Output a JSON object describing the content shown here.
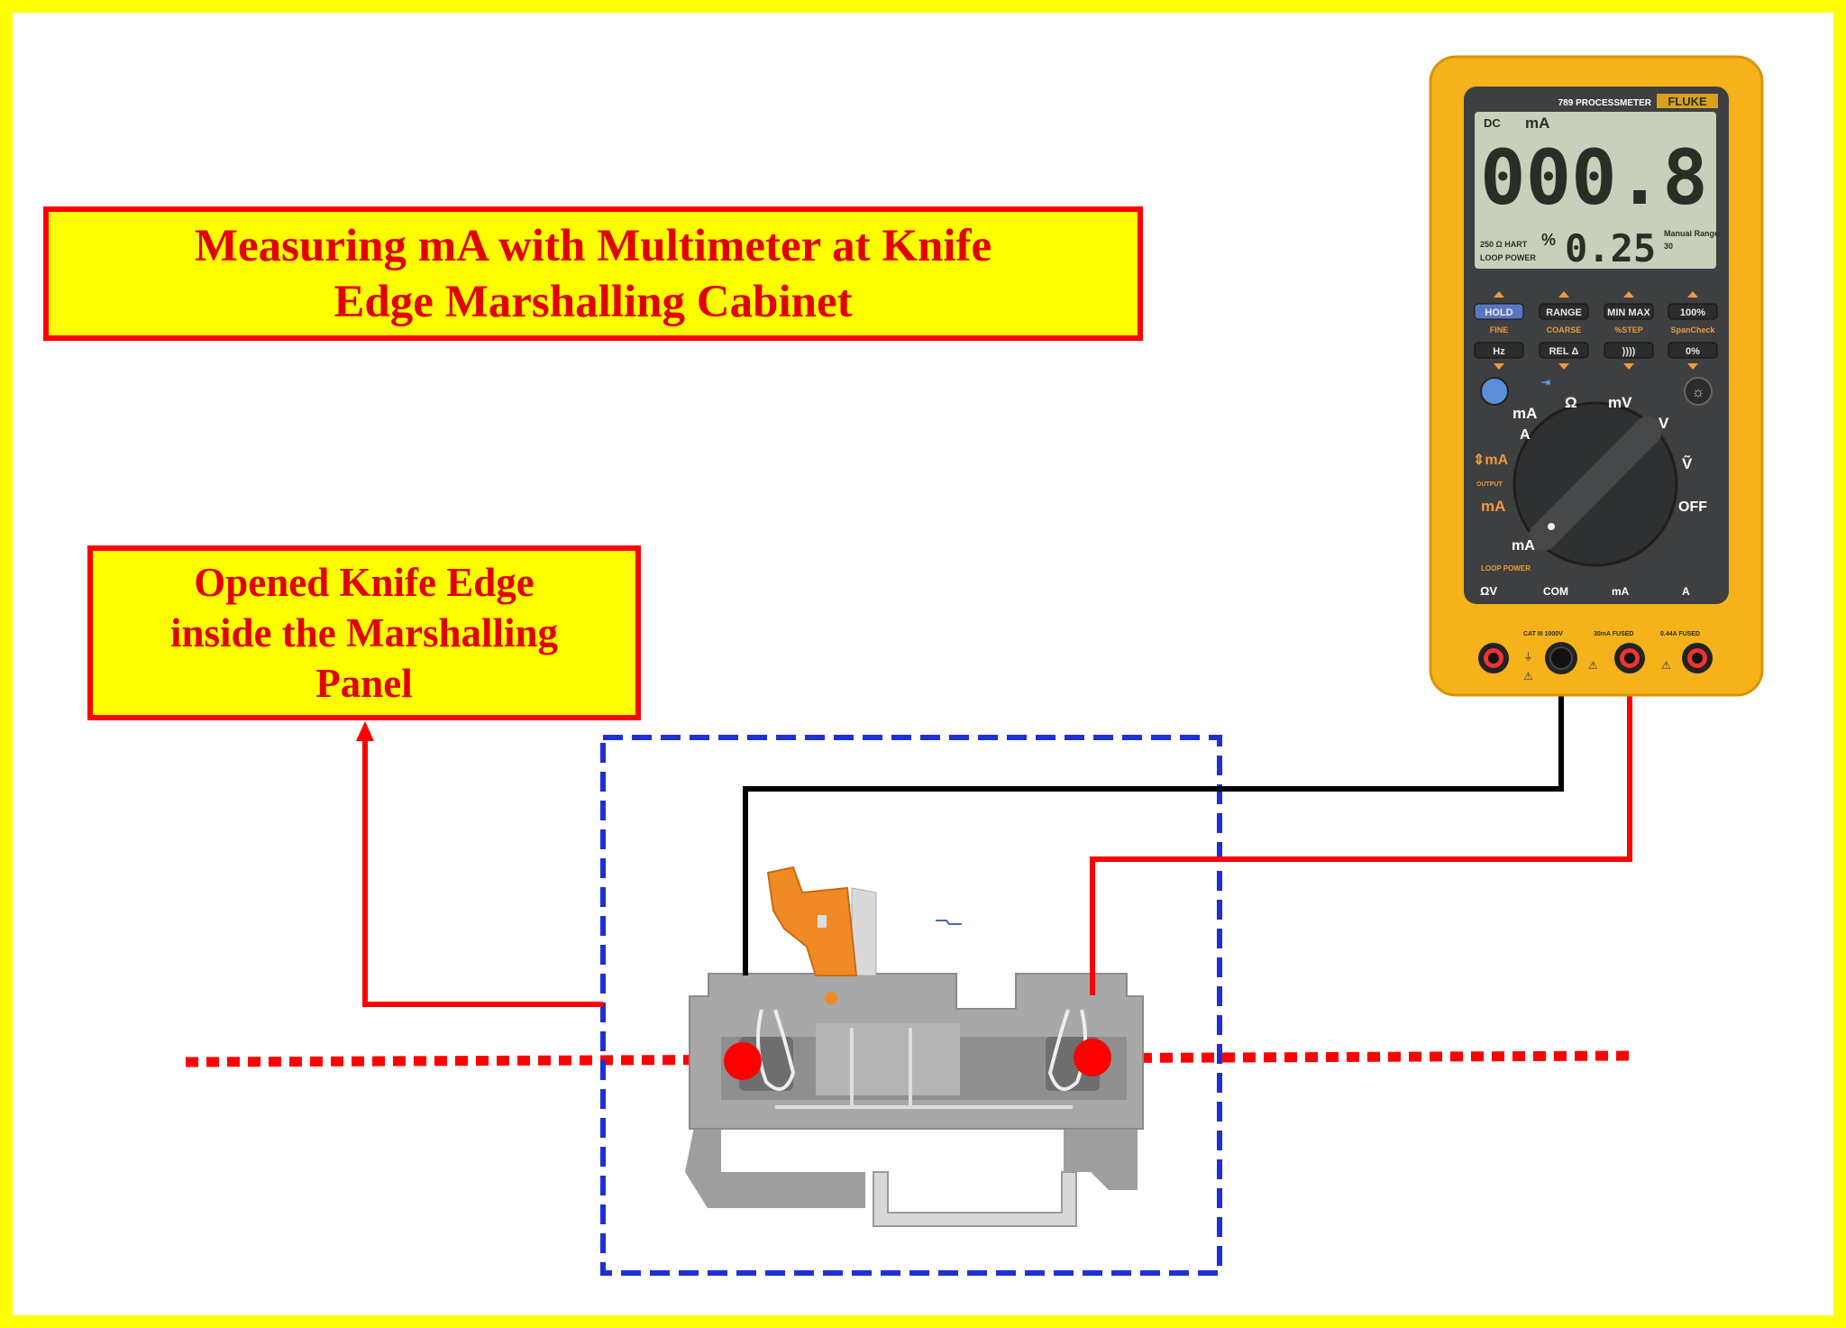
{
  "title": {
    "line1": "Measuring mA with Multimeter at Knife",
    "line2": "Edge Marshalling Cabinet"
  },
  "callout": {
    "line1": "Opened Knife Edge",
    "line2": "inside the Marshalling",
    "line3": "Panel"
  },
  "colors": {
    "frame": "#ffff00",
    "callout_border": "#ff0000",
    "callout_text": "#e00000",
    "boundary_dash": "#1f2fd6",
    "signal_dots": "#ff0000",
    "black_lead": "#000000",
    "red_lead": "#ff0000",
    "meter_body": "#f5b21a",
    "terminal_block": "#a9a9a9"
  },
  "multimeter": {
    "brand": "FLUKE",
    "model": "789 PROCESSMETER",
    "display": {
      "mode": "DC",
      "unit": "mA",
      "main_reading": "000.8",
      "range_value": "30",
      "range_label": "Manual Range",
      "percent_symbol": "%",
      "secondary_reading": "0.25",
      "hart": "250 Ω HART",
      "loop_power": "LOOP POWER"
    },
    "buttons_row1": [
      "HOLD",
      "RANGE",
      "MIN MAX",
      "100%"
    ],
    "buttons_sub": [
      "FINE",
      "COARSE",
      "%STEP",
      "SpanCheck"
    ],
    "buttons_row2": [
      "Hz",
      "REL Δ",
      "))))",
      "0%"
    ],
    "dial_labels": {
      "ma_a": "mA",
      "a": "A",
      "ohm": "Ω",
      "mv": "mV",
      "v_dc": "V",
      "v_ac": "Ṽ",
      "off": "OFF",
      "ma_source": "⇕mA",
      "output": "OUTPUT",
      "ma_simulate": "mA",
      "ma_loop": "mA",
      "loop_power": "LOOP POWER"
    },
    "jack_labels": {
      "ohm_v": "ΩV",
      "com": "COM",
      "ma": "mA",
      "a": "A",
      "cat": "CAT III 1000V",
      "fused_30ma": "30mA FUSED",
      "fused_044a": "0.44A FUSED"
    },
    "icons": [
      "backlight-icon",
      "diode-icon",
      "warning-icon",
      "ground-icon"
    ]
  },
  "terminal_block": {
    "state": "knife edge open",
    "lever_color": "#f08a24"
  }
}
